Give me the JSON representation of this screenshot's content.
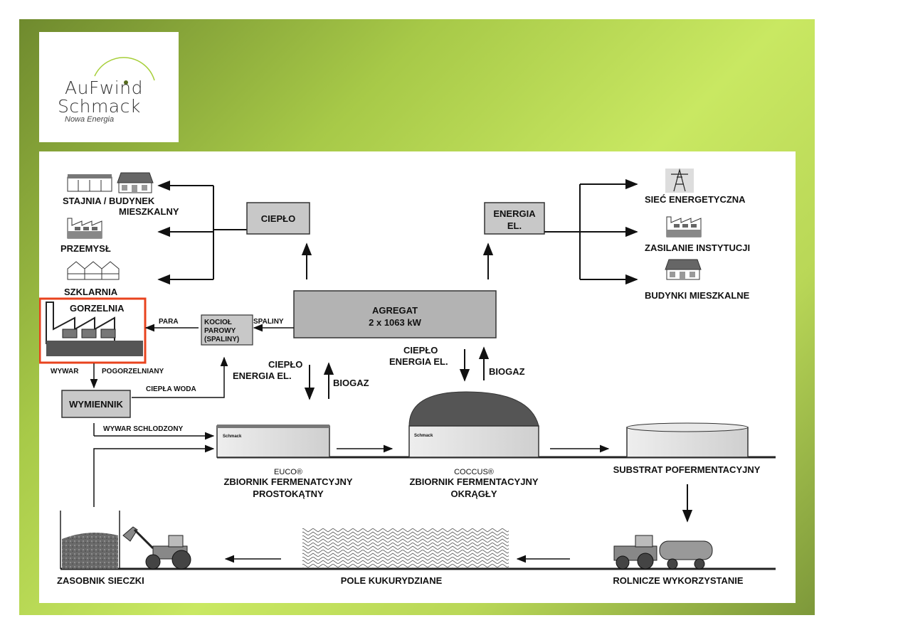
{
  "logo": {
    "line1": "AuFwind",
    "line2": "Schmack",
    "line3": "Nowa Energia",
    "arc_color": "#a7cf3a"
  },
  "colors": {
    "highlight": "#e8431e",
    "box_fill": "#c8c8c8",
    "ground": "#222222"
  },
  "left_consumers": {
    "stajnia_1": "STAJNIA / BUDYNEK",
    "stajnia_2": "MIESZKALNY",
    "przemysl": "PRZEMYSŁ",
    "szklarnia": "SZKLARNIA"
  },
  "right_consumers": {
    "siec": "SIEĆ ENERGETYCZNA",
    "zasilanie": "ZASILANIE INSTYTUCJI",
    "budynki": "BUDYNKI MIESZKALNE"
  },
  "boxes": {
    "cieplo": "CIEPŁO",
    "energia_1": "ENERGIA",
    "energia_2": "EL.",
    "agregat_1": "AGREGAT",
    "agregat_2": "2 x 1063 kW",
    "kociol_1": "KOCIOŁ",
    "kociol_2": "PAROWY",
    "kociol_3": "(SPALINY)",
    "wymiennik": "WYMIENNIK"
  },
  "gorzelnia": "GORZELNIA",
  "flow_labels": {
    "para": "PARA",
    "spaliny": "SPALINY",
    "wywar": "WYWAR",
    "pogorzelniany": "POGORZELNIANY",
    "ciepla_woda": "CIEPŁA WODA",
    "wywar_schlodzony": "WYWAR SCHLODZONY",
    "cieplo_energia_left_1": "CIEPŁO",
    "cieplo_energia_left_2": "ENERGIA EL.",
    "biogaz_left": "BIOGAZ",
    "cieplo_energia_mid_1": "CIEPŁO",
    "cieplo_energia_mid_2": "ENERGIA EL.",
    "biogaz_mid": "BIOGAZ"
  },
  "tanks": {
    "euco_brand": "EUCO®",
    "euco_1": "ZBIORNIK FERMENATCYJNY",
    "euco_2": "PROSTOKĄTNY",
    "coccus_brand": "COCCUS®",
    "coccus_1": "ZBIORNIK FERMENTACYJNY",
    "coccus_2": "OKRĄGŁY",
    "substrat": "SUBSTRAT POFERMENTACYJNY",
    "schmack_tag": "Schmack"
  },
  "bottom": {
    "zasobnik": "ZASOBNIK SIECZKI",
    "pole": "POLE KUKURYDZIANE",
    "rolnicze": "ROLNICZE WYKORZYSTANIE"
  }
}
